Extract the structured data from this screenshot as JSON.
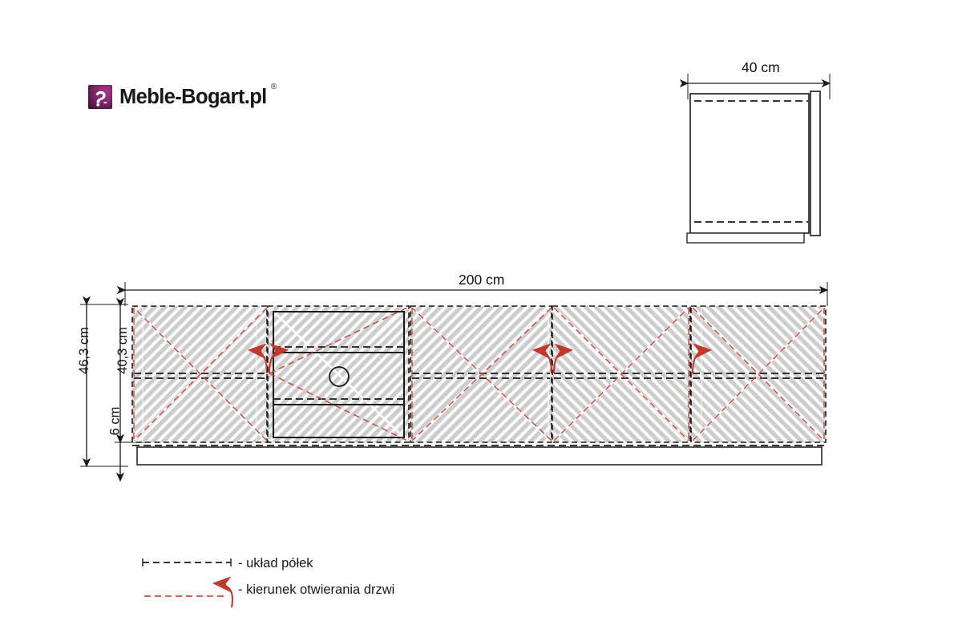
{
  "brand": {
    "name": "Meble-Bogart.pl",
    "registered_mark": "®",
    "mark_icon": "bogart-logo-icon",
    "colors": {
      "logo_start": "#a8378f",
      "logo_end": "#3b1033"
    }
  },
  "drawing": {
    "type": "furniture-technical-drawing",
    "product": "RTV cabinet",
    "views": [
      {
        "id": "side-view",
        "label": "40 cm",
        "orientation": "side"
      },
      {
        "id": "front-view",
        "label": "200 cm",
        "orientation": "front"
      }
    ]
  },
  "dimensions": {
    "width": "200 cm",
    "depth": "40 cm",
    "total_height": "46,3 cm",
    "body_height": "40,3 cm",
    "base_height": "6 cm"
  },
  "legend": {
    "items": [
      {
        "symbol": "dashed-black-line",
        "text": "- układ półek"
      },
      {
        "symbol": "red-dashed-arrow",
        "text": "- kierunek otwierania drzwi"
      }
    ]
  },
  "front_panels": [
    {
      "id": "panel-door-left",
      "type": "door",
      "hinge": "right",
      "arrow": "left",
      "shelf_lines": 1,
      "pattern_origin": "top-left"
    },
    {
      "id": "panel-open-shelf",
      "type": "open-compartment",
      "hinge": "none",
      "arrow": "none",
      "shelf_lines": 2,
      "cable_hole": true,
      "pattern_origin": "bottom-left"
    },
    {
      "id": "panel-door-center-left",
      "type": "door",
      "hinge": "right",
      "arrow": "left",
      "shelf_lines": 1,
      "pattern_origin": "top-left"
    },
    {
      "id": "panel-door-center-right",
      "type": "door",
      "hinge": "left",
      "arrow": "right",
      "shelf_lines": 1,
      "pattern_origin": "top-right"
    },
    {
      "id": "panel-door-right",
      "type": "door",
      "hinge": "left",
      "arrow": "right",
      "shelf_lines": 1,
      "pattern_origin": "top-right"
    }
  ],
  "colors": {
    "outline": "#1a1a1a",
    "hatch": "#c9c9c9",
    "open_arrow": "#c0392b",
    "open_dash": "#cf4b42",
    "panel_fill": "#ffffff"
  }
}
